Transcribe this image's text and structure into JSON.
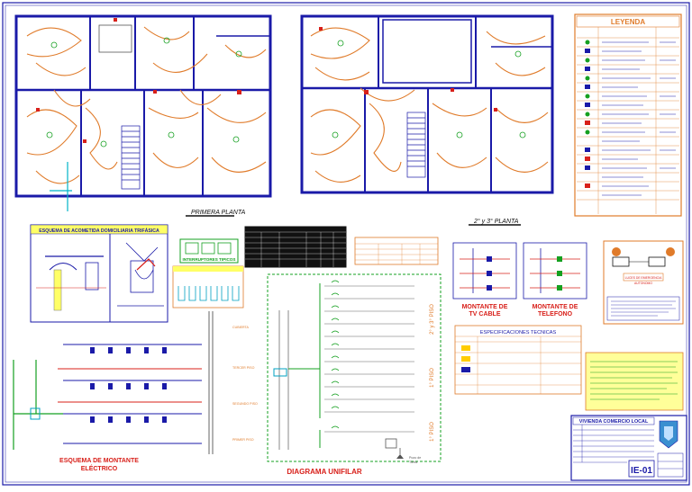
{
  "legend": {
    "title": "LEYENDA"
  },
  "plans": {
    "first_floor": "PRIMERA PLANTA",
    "upper_floors": "2° y 3° PLANTA"
  },
  "details": {
    "acometida_title": "ESQUEMA DE ACOMETIDA DOMICILIARIA TRIFÁSICA",
    "switches_title": "INTERRUPTORES TIPICOS",
    "tv_riser": [
      "MONTANTE DE",
      "TV CABLE"
    ],
    "phone_riser": [
      "MONTANTE DE",
      "TELEFONO"
    ],
    "montante_title": [
      "ESQUEMA DE MONTANTE",
      "ELÉCTRICO"
    ],
    "unifilar_title": "DIAGRAMA UNIFILAR",
    "specs_title": "ESPECIFICACIONES TECNICAS",
    "emergency_title": [
      "LUCES DE EMERGENCIA",
      "AUTONOMO"
    ]
  },
  "montante_labels": {
    "cubierta": "CUBIERTA",
    "tercer_piso": "TERCER PISO",
    "segundo_piso": "SEGUNDO PISO",
    "primer_piso": "PRIMER PISO"
  },
  "unifilar_labels": {
    "floor_23": "2° y 3° PISO",
    "floor_1": "1° PISO",
    "pozo": [
      "Pozo de",
      "Tierra"
    ]
  },
  "title_block": {
    "project": "VIVIENDA COMERCIO LOCAL",
    "sheet_code": "IE-01"
  },
  "colors": {
    "wall_blue": "#1a1aa8",
    "circuit_orange": "#e07b2a",
    "ink_red": "#d8201a",
    "ink_green": "#15a020",
    "legend_frame": "#e07b2a"
  }
}
